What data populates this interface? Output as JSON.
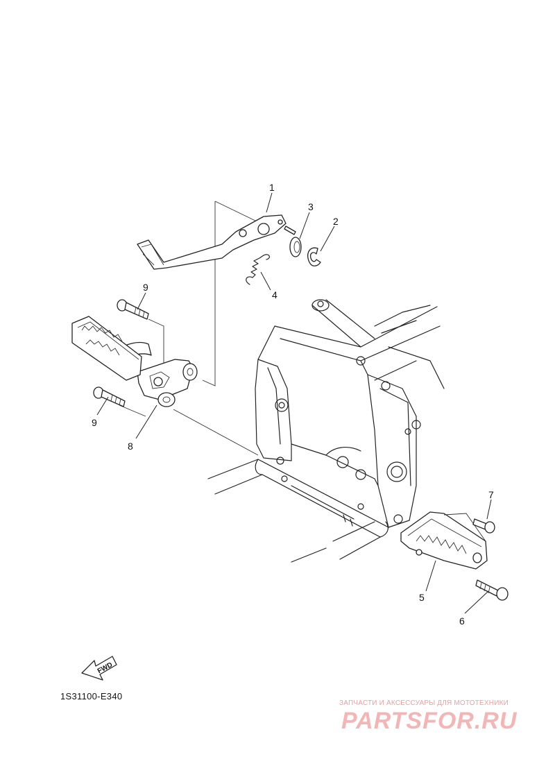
{
  "callouts": {
    "c1": "1",
    "c2": "2",
    "c3": "3",
    "c4": "4",
    "c5": "5",
    "c6": "6",
    "c7": "7",
    "c8": "8",
    "c9a": "9",
    "c9b": "9"
  },
  "fwd_label": "FWD",
  "diagram_code": "1S31100-E340",
  "watermark": {
    "tagline": "ЗАПЧАСТИ И АКСЕССУАРЫ ДЛЯ МОТОТЕХНИКИ",
    "logo": "PARTSFOR.RU"
  }
}
